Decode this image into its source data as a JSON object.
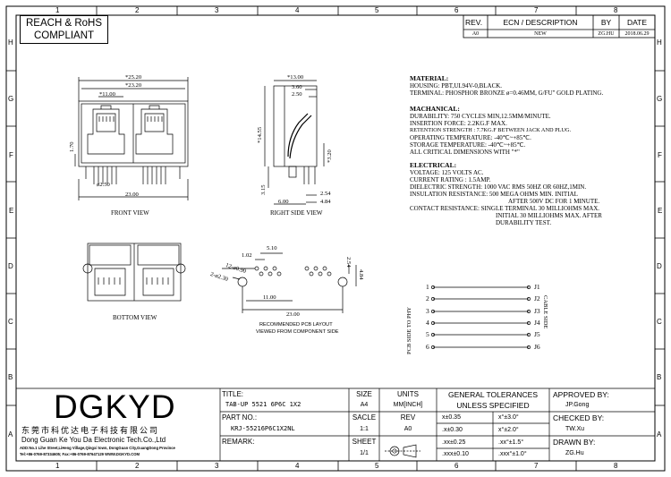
{
  "border": {
    "columns_top": [
      "1",
      "2",
      "3",
      "4",
      "5",
      "6",
      "7",
      "8"
    ],
    "columns_bottom": [
      "1",
      "2",
      "3",
      "4",
      "5",
      "6",
      "7",
      "8"
    ],
    "rows_left": [
      "H",
      "G",
      "F",
      "E",
      "D",
      "C",
      "B",
      "A"
    ],
    "rows_right": [
      "H",
      "G",
      "F",
      "E",
      "D",
      "C",
      "B",
      "A"
    ]
  },
  "compliance": {
    "line1": "REACH & RoHS",
    "line2": "COMPLIANT"
  },
  "revision_table": {
    "headers": {
      "rev": "REV.",
      "ecn": "ECN / DESCRIPTION",
      "by": "BY",
      "date": "DATE"
    },
    "row": {
      "rev": "A0",
      "ecn": "NEW",
      "by": "ZG.HU",
      "date": "2018.06.29"
    }
  },
  "views": {
    "front": "FRONT VIEW",
    "right": "RIGHT SIDE VIEW",
    "bottom": "BOTTOM VIEW",
    "pcb_line1": "RECOMMENDED PCB LAYOUT",
    "pcb_line2": "VIEWED FROM COMPONENT SIDE"
  },
  "dims": {
    "front_2520": "*25.20",
    "front_2320": "*23.20",
    "front_1100": "*11.00",
    "front_170": "1.70",
    "front_250": "ø2.50",
    "front_2300": "23.00",
    "side_1300": "*13.00",
    "side_360": "3.60",
    "side_250": "2.50",
    "side_1455": "*14.55",
    "side_320": "*3.20",
    "side_315": "3.15",
    "side_254": "2.54",
    "side_600": "6.00",
    "side_484": "4.84",
    "pcb_510": "5.10",
    "pcb_102": "1.02",
    "pcb_12holes": "12-ø0.90",
    "pcb_2holes": "2-ø2.30",
    "pcb_254": "2.54",
    "pcb_484": "4.84",
    "pcb_1100": "11.00",
    "pcb_2300": "23.00"
  },
  "specs": {
    "material_title": "MATERIAL:",
    "material_lines": [
      "HOUSING: PBT,UL94V-0,BLACK.",
      "TERMINAL: PHOSPHOR BRONZE ø=0.46MM, G/FU\" GOLD PLATING."
    ],
    "mech_title": "MACHANICAL:",
    "mech_lines": [
      "DURABILITY: 750 CYCLES MIN,12.5MM/MINUTE.",
      "INSERTION FORCE: 2.2KG.F MAX.",
      "RETENTION STRENGTH : 7.7KG.F BETWEEN JACK AND PLUG.",
      "OPERATING TEMPERATURE: -40℃~+85℃.",
      "STORAGE TEMPERATURE: -40℃~+85℃.",
      "ALL CRITICAL DIMENSIONS WITH \"*\""
    ],
    "elec_title": "ELECTRICAL:",
    "elec_lines": [
      "VOLTAGE: 125 VOLTS AC.",
      "CURRENT RATING : 1.5AMP.",
      "DIELECTRIC STRENGTH: 1000 VAC RMS 50HZ OR 60HZ,1MIN.",
      "INSULATION RESISTANCE: 500 MEGA OHMS MIN. INITIAL",
      "AFTER 500V DC FOR 1 MINUTE.",
      "CONTACT RESISTANCE: SINGLE TERMINAL 30 MILLIOHMS MAX.",
      "INITIAL 30 MILLIOHMS MAX. AFTER",
      "DURABILITY TEST."
    ]
  },
  "schematic": {
    "left_label": "PCB SIDE TO PHY",
    "right_label": "CABLE SIDE",
    "pins_left": [
      "1",
      "2",
      "3",
      "4",
      "5",
      "6"
    ],
    "pins_right": [
      "J1",
      "J2",
      "J3",
      "J4",
      "J5",
      "J6"
    ]
  },
  "title_block": {
    "logo": "DGKYD",
    "company_cn": "东莞市科优达电子科技有限公司",
    "company_en": "Dong Guan Ke You Da Electronic Tech.Co.,Ltd",
    "address": "ADD:No.1 Lihe Street,LiHeng Village,Qingxi town, DongGuan City,GuangDong Province",
    "contact": "Tel:+86-0769-87334605; Fax:+86-0769-87647129  WWW.DGKYD.COM",
    "title_label": "TITLE:",
    "title_value": "TAB-UP 5521 6P6C 1X2",
    "part_label": "PART NO.:",
    "part_value": "KRJ-55216P6C1X2NL",
    "remark_label": "REMARK:",
    "size_label": "SIZE",
    "size_value": "A4",
    "units_label": "UNITS",
    "units_value": "MM[INCH]",
    "scale_label": "SACLE",
    "scale_value": "1:1",
    "rev_label": "REV",
    "rev_value": "A0",
    "sheet_label": "SHEET",
    "sheet_value": "1/1",
    "tol_title1": "GENERAL TOLERANCES",
    "tol_title2": "UNLESS SPECIFIED",
    "tol": [
      {
        "left": "x±0.35",
        "right": "x°±3.0°"
      },
      {
        "left": ".x±0.30",
        "right": "x°±2.0°"
      },
      {
        "left": ".xx±0.25",
        "right": ".xx°±1.5°"
      },
      {
        "left": ".xxx±0.10",
        "right": ".xxx°±1.0°"
      }
    ],
    "approved_label": "APPROVED BY:",
    "approved_value": "JP.Gong",
    "checked_label": "CHECKED BY:",
    "checked_value": "TW.Xu",
    "drawn_label": "DRAWN BY:",
    "drawn_value": "ZG.Hu"
  }
}
